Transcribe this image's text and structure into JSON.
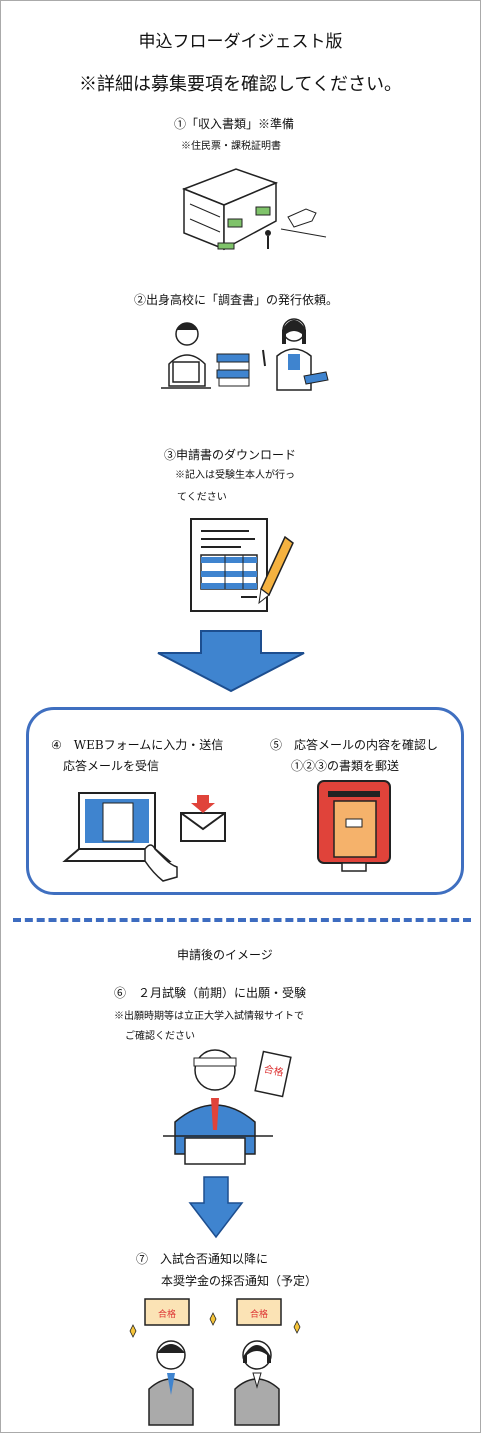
{
  "header": {
    "title": "申込フローダイジェスト版",
    "notice": "※詳細は募集要項を確認してください。"
  },
  "steps": {
    "s1": {
      "label": "①「収入書類」※準備",
      "note": "※住民票・課税証明書"
    },
    "s2": {
      "label": "②出身高校に「調査書」の発行依頼。"
    },
    "s3": {
      "label": "③申請書のダウンロード",
      "note1": "※記入は受験生本人が行っ",
      "note2": "てください"
    },
    "s4": {
      "label1": "④　WEBフォームに入力・送信",
      "label2": "応答メールを受信"
    },
    "s5": {
      "label1": "⑤　応答メールの内容を確認し",
      "label2": "①②③の書類を郵送"
    }
  },
  "after": {
    "heading": "申請後のイメージ",
    "s6": {
      "label": "⑥　２月試験（前期）に出願・受験",
      "note1": "※出願時期等は立正大学入試情報サイトで",
      "note2": "ご確認ください"
    },
    "s7": {
      "label1": "⑦　入試合否通知以降に",
      "label2": "本奨学金の採否通知（予定）"
    }
  },
  "illustration_text": {
    "pass_stamp": "合格"
  },
  "colors": {
    "accent_blue": "#3f84cf",
    "frame_blue": "#3f6fc0",
    "post_red": "#e0433a",
    "note_red": "#d33"
  }
}
